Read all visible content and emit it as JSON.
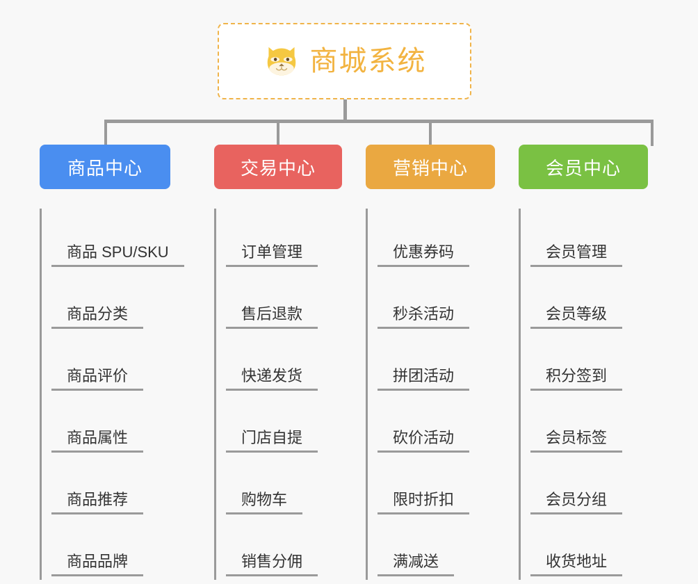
{
  "root": {
    "title": "商城系统",
    "icon": "shiba-dog-face-icon",
    "title_color": "#f2b340",
    "border_color": "#f0b44a"
  },
  "theme": {
    "background": "#f8f8f8",
    "connector": "#9a9a9a",
    "leaf_text": "#333333"
  },
  "columns": [
    {
      "label": "商品中心",
      "color": "#4a8ef0",
      "items": [
        {
          "label": "商品 SPU/SKU"
        },
        {
          "label": "商品分类"
        },
        {
          "label": "商品评价"
        },
        {
          "label": "商品属性"
        },
        {
          "label": "商品推荐"
        },
        {
          "label": "商品品牌"
        }
      ]
    },
    {
      "label": "交易中心",
      "color": "#e8635f",
      "items": [
        {
          "label": "订单管理"
        },
        {
          "label": "售后退款"
        },
        {
          "label": "快递发货"
        },
        {
          "label": "门店自提"
        },
        {
          "label": "购物车"
        },
        {
          "label": "销售分佣"
        }
      ]
    },
    {
      "label": "营销中心",
      "color": "#eaa841",
      "items": [
        {
          "label": "优惠券码"
        },
        {
          "label": "秒杀活动"
        },
        {
          "label": "拼团活动"
        },
        {
          "label": "砍价活动"
        },
        {
          "label": "限时折扣"
        },
        {
          "label": "满减送"
        }
      ]
    },
    {
      "label": "会员中心",
      "color": "#7ac143",
      "items": [
        {
          "label": "会员管理"
        },
        {
          "label": "会员等级"
        },
        {
          "label": "积分签到"
        },
        {
          "label": "会员标签"
        },
        {
          "label": "会员分组"
        },
        {
          "label": "收货地址"
        }
      ]
    }
  ]
}
